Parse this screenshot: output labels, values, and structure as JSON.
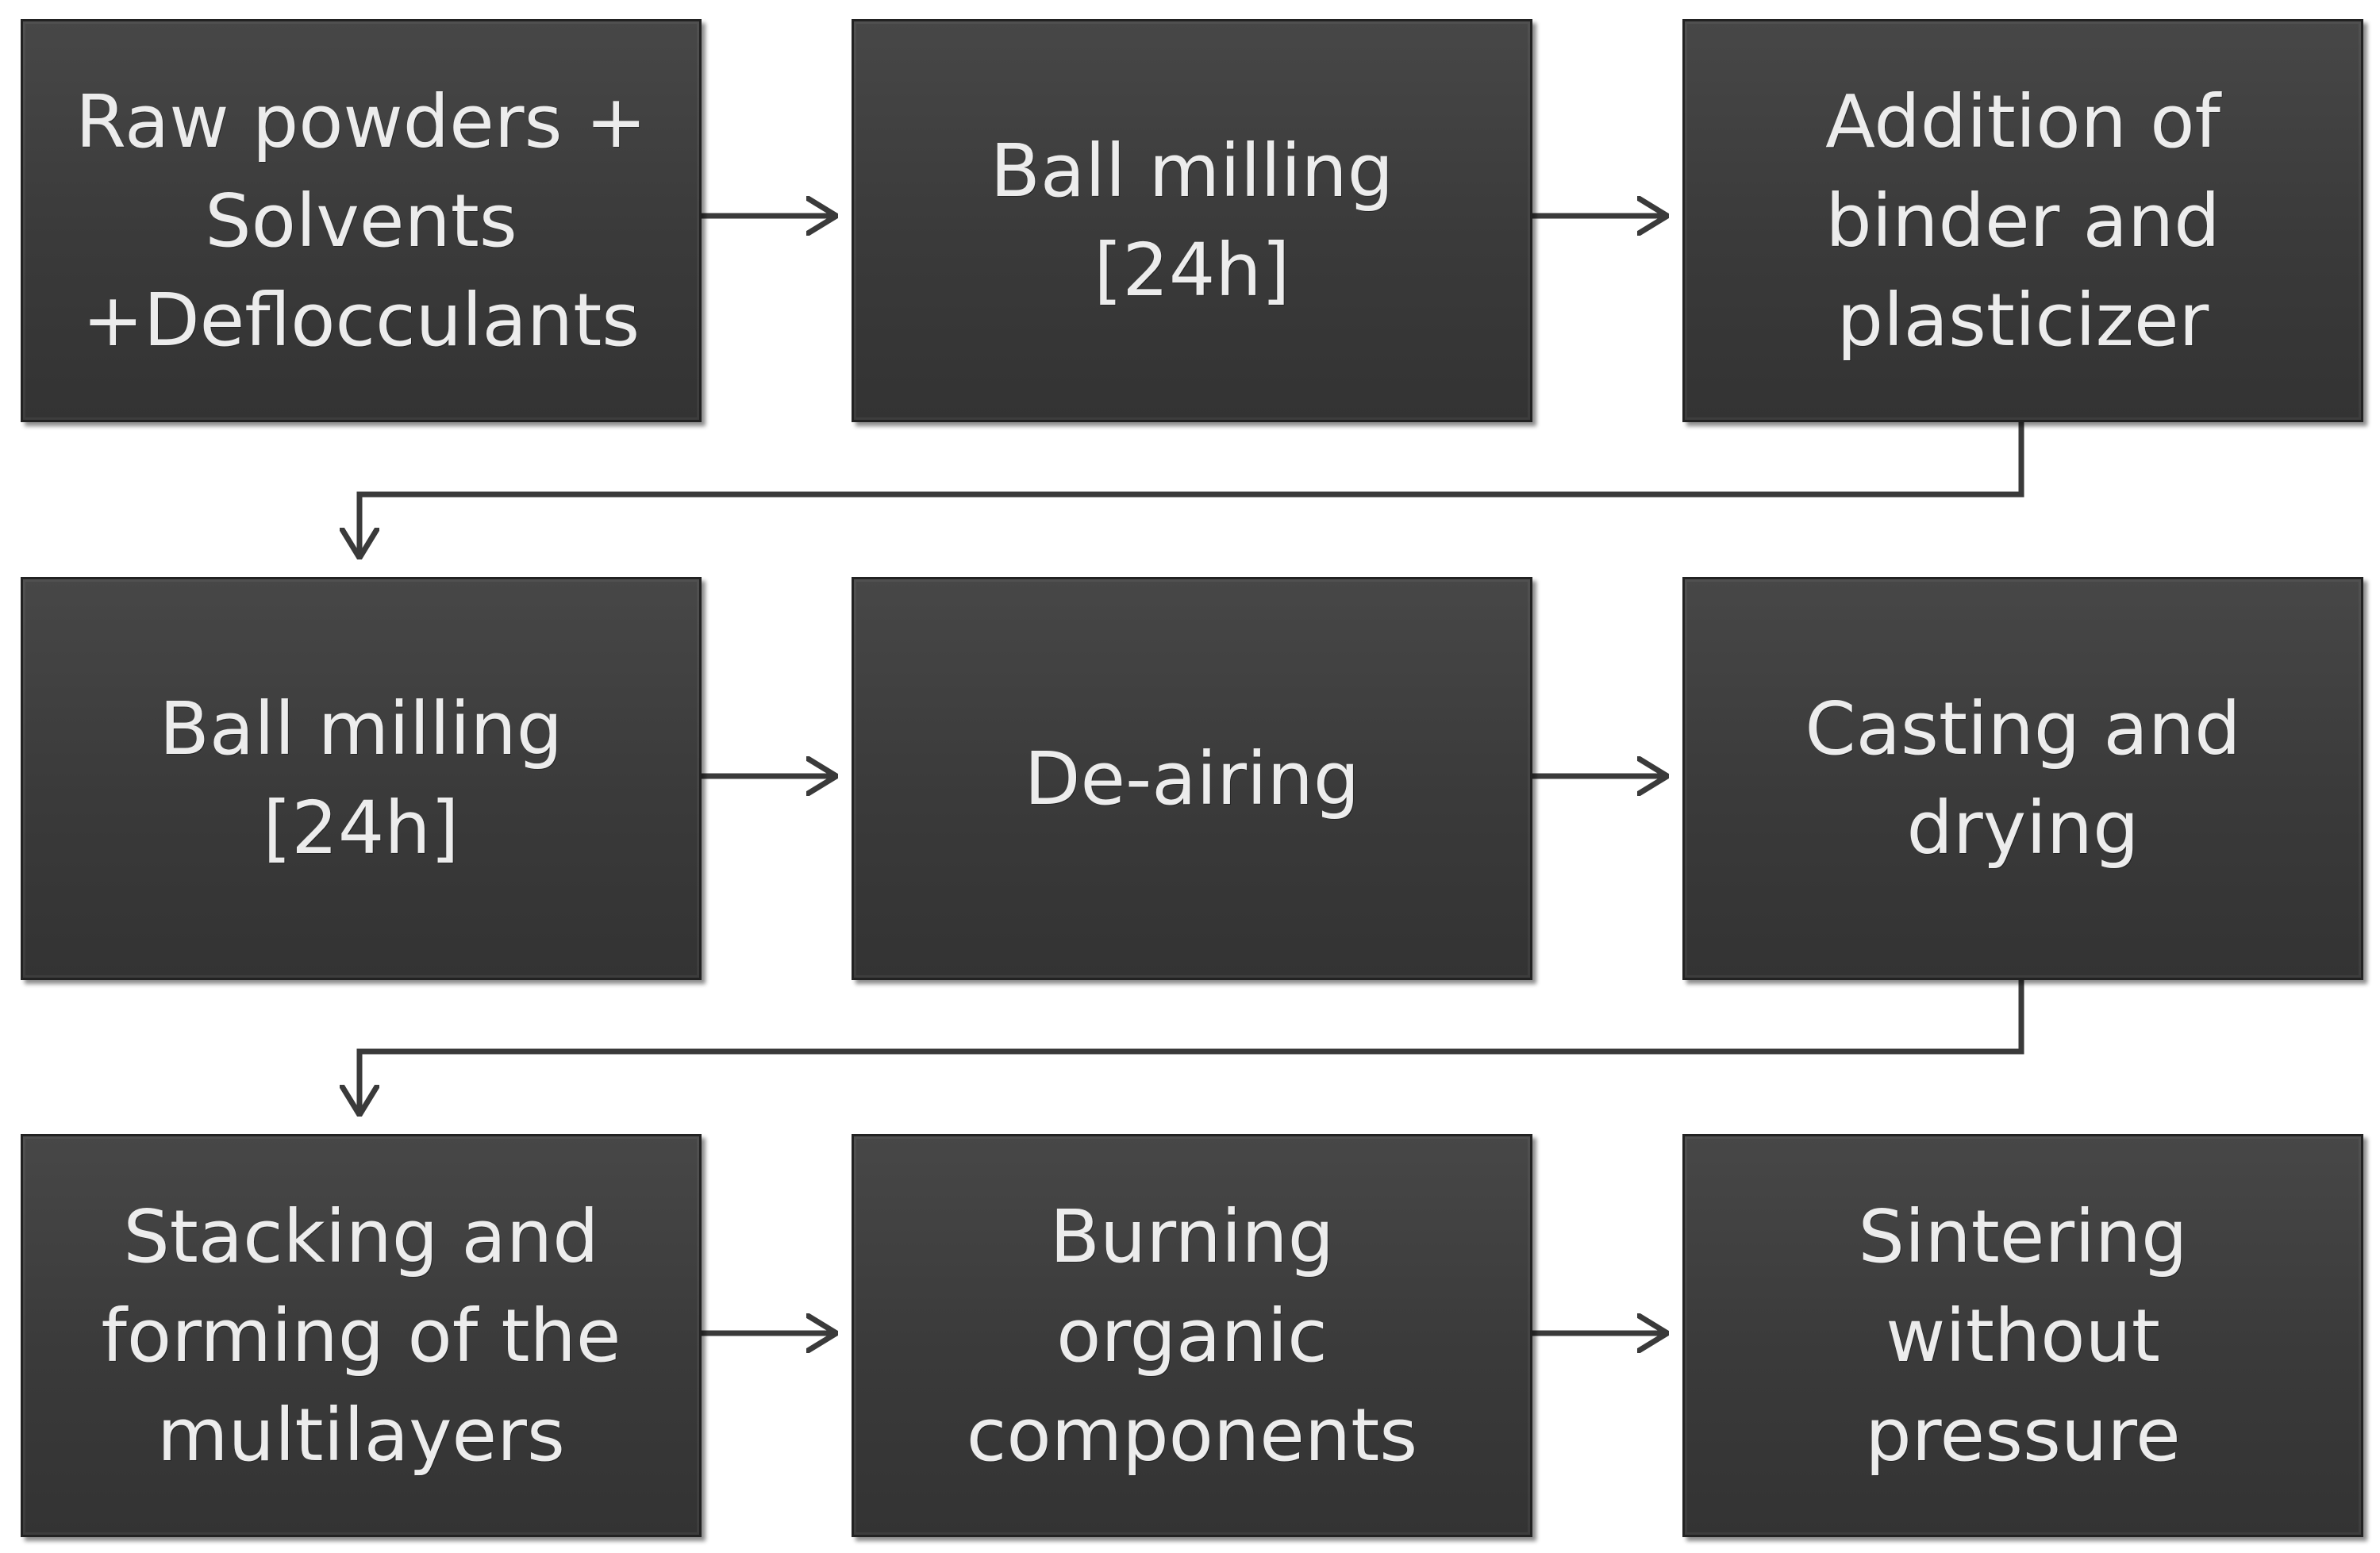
{
  "diagram": {
    "steps": [
      {
        "id": "raw-powders",
        "label": "Raw powders +\nSolvents\n+Deflocculants"
      },
      {
        "id": "ball-milling-1",
        "label": "Ball milling\n[24h]"
      },
      {
        "id": "binder-addition",
        "label": "Addition of\nbinder and\nplasticizer"
      },
      {
        "id": "ball-milling-2",
        "label": "Ball milling\n[24h]"
      },
      {
        "id": "de-airing",
        "label": "De-airing"
      },
      {
        "id": "casting-drying",
        "label": "Casting and\ndrying"
      },
      {
        "id": "stacking-forming",
        "label": "Stacking and\nforming of the\nmultilayers"
      },
      {
        "id": "burning-organic",
        "label": "Burning\norganic\ncomponents"
      },
      {
        "id": "sintering",
        "label": "Sintering\nwithout\npressure"
      }
    ],
    "colors": {
      "box_fill": "#3a3a3a",
      "box_text": "#ececec",
      "connector": "#3a3a3a",
      "background": "#ffffff"
    }
  }
}
